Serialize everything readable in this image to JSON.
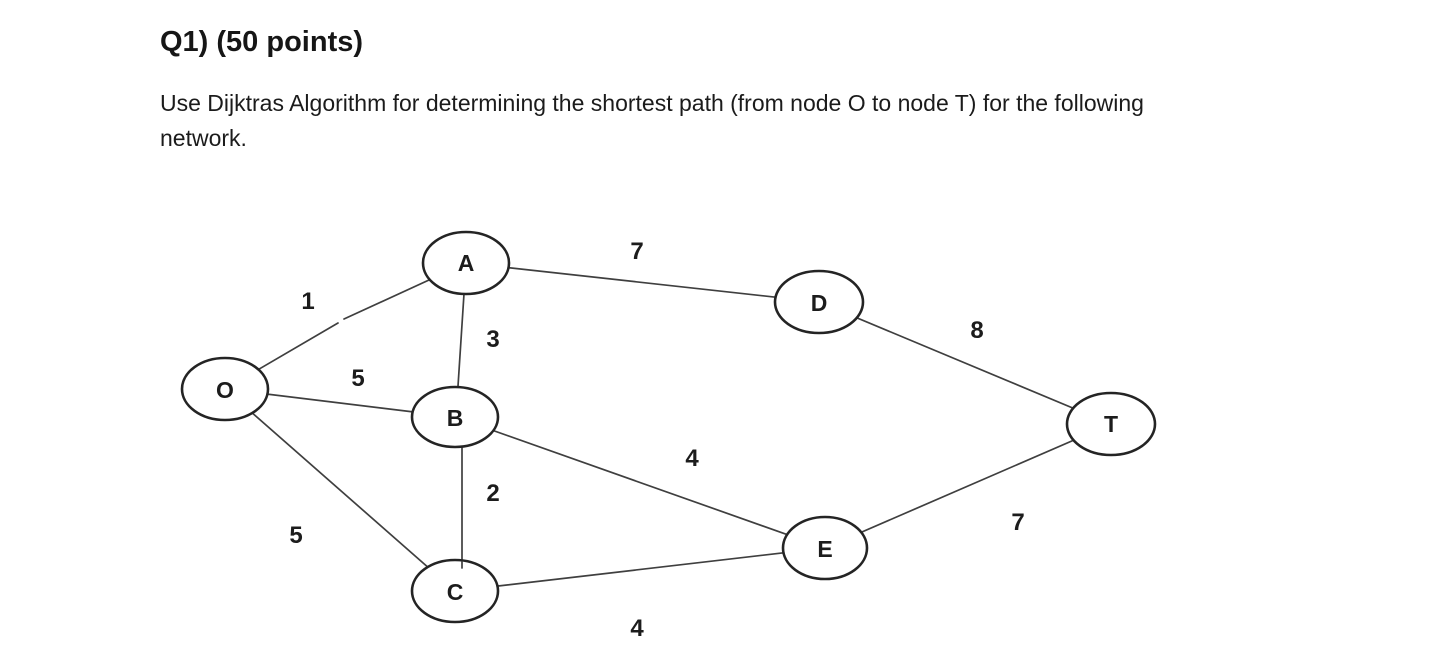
{
  "document": {
    "heading": "Q1) (50 points)",
    "body_lines": [
      "Use Dijktras Algorithm for determining the shortest path (from node O to node T) for the following",
      "network."
    ]
  },
  "diagram": {
    "type": "undirected-weighted-graph",
    "source_node": "O",
    "target_node": "T",
    "nodes": [
      {
        "id": "O",
        "label": "O"
      },
      {
        "id": "A",
        "label": "A"
      },
      {
        "id": "B",
        "label": "B"
      },
      {
        "id": "C",
        "label": "C"
      },
      {
        "id": "D",
        "label": "D"
      },
      {
        "id": "E",
        "label": "E"
      },
      {
        "id": "T",
        "label": "T"
      }
    ],
    "edges": [
      {
        "from": "O",
        "to": "A",
        "weight": "1"
      },
      {
        "from": "O",
        "to": "B",
        "weight": "5"
      },
      {
        "from": "O",
        "to": "C",
        "weight": "5"
      },
      {
        "from": "A",
        "to": "B",
        "weight": "3"
      },
      {
        "from": "A",
        "to": "D",
        "weight": "7"
      },
      {
        "from": "B",
        "to": "C",
        "weight": "2"
      },
      {
        "from": "B",
        "to": "E",
        "weight": "4"
      },
      {
        "from": "C",
        "to": "E",
        "weight": "4"
      },
      {
        "from": "D",
        "to": "T",
        "weight": "8"
      },
      {
        "from": "E",
        "to": "T",
        "weight": "7"
      }
    ],
    "colors": {
      "background": "#ffffff",
      "node_stroke": "#242424",
      "edge_line": "#3f3f3f",
      "label_text": "#1c1c1c"
    }
  }
}
